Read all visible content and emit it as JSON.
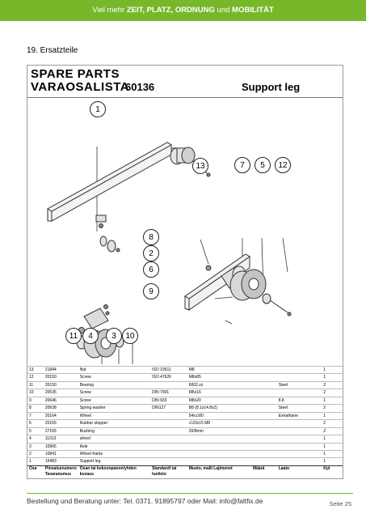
{
  "header": {
    "prefix": "Viel mehr ",
    "bold": "ZEIT, PLATZ, ORDNUNG",
    "mid": " und ",
    "bold2": "MOBILITÄT"
  },
  "section_title": "19. Ersatzteile",
  "sheet": {
    "title1": "SPARE PARTS",
    "title2": "VARAOSALISTA",
    "number": "60136",
    "name": "Support leg",
    "callouts": [
      "1",
      "13",
      "7",
      "5",
      "12",
      "8",
      "2",
      "6",
      "9",
      "11",
      "4",
      "3",
      "10"
    ]
  },
  "parts_table": {
    "rows": [
      [
        "13",
        "21844",
        "Nut",
        "ISO 10511",
        "M8",
        "",
        "",
        "1"
      ],
      [
        "12",
        "20150",
        "Screw",
        "ISO 4762F",
        "M8x85",
        "",
        "",
        "1"
      ],
      [
        "11",
        "20150",
        "Bearing",
        "",
        "6002.zz",
        "",
        "Steel",
        "2"
      ],
      [
        "10",
        "20535",
        "Screw",
        "DIN 7991",
        "M5x16",
        "",
        "",
        "2"
      ],
      [
        "9",
        "20646",
        "Screw",
        "DIN 933",
        "M8x20",
        "",
        "8.8",
        "1"
      ],
      [
        "8",
        "20638",
        "Spring washer",
        "DIN127",
        "B8 (8.1x14.8x2)",
        "",
        "Steel",
        "2"
      ],
      [
        "7",
        "20164",
        "Wheel",
        "",
        "54x∅80",
        "",
        "Extrathane",
        "1"
      ],
      [
        "6",
        "20165",
        "Rubber stopper",
        "",
        "∅23x15 M8",
        "",
        "",
        "2"
      ],
      [
        "5",
        "27165",
        "Bushing",
        "",
        "20/8mm",
        "",
        "",
        "2"
      ],
      [
        "4",
        "11013",
        "wheel",
        "",
        "",
        "",
        "",
        "1"
      ],
      [
        "3",
        "10965",
        "Axle",
        "",
        "",
        "",
        "",
        "1"
      ],
      [
        "2",
        "10841",
        "Wheel frame",
        "",
        "",
        "",
        "",
        "1"
      ],
      [
        "1",
        "15483",
        "Support leg",
        "",
        "",
        "",
        "",
        "1"
      ]
    ],
    "header": [
      "Osa",
      "Pinvalusnumero Tavaranumus",
      "Osan tai kokoonpanon/yhden kuvaus",
      "Standardi tai luettelo",
      "Muoto, malli Lajimenet",
      "Määrä",
      "Laatu",
      "Kpl"
    ]
  },
  "footer": {
    "text": "Bestellung und Beratung unter: Tel. 0371. 91895797 oder Mail: info@faltfix.de",
    "page": "Seite 25"
  },
  "colors": {
    "brand_green": "#76b82a"
  }
}
